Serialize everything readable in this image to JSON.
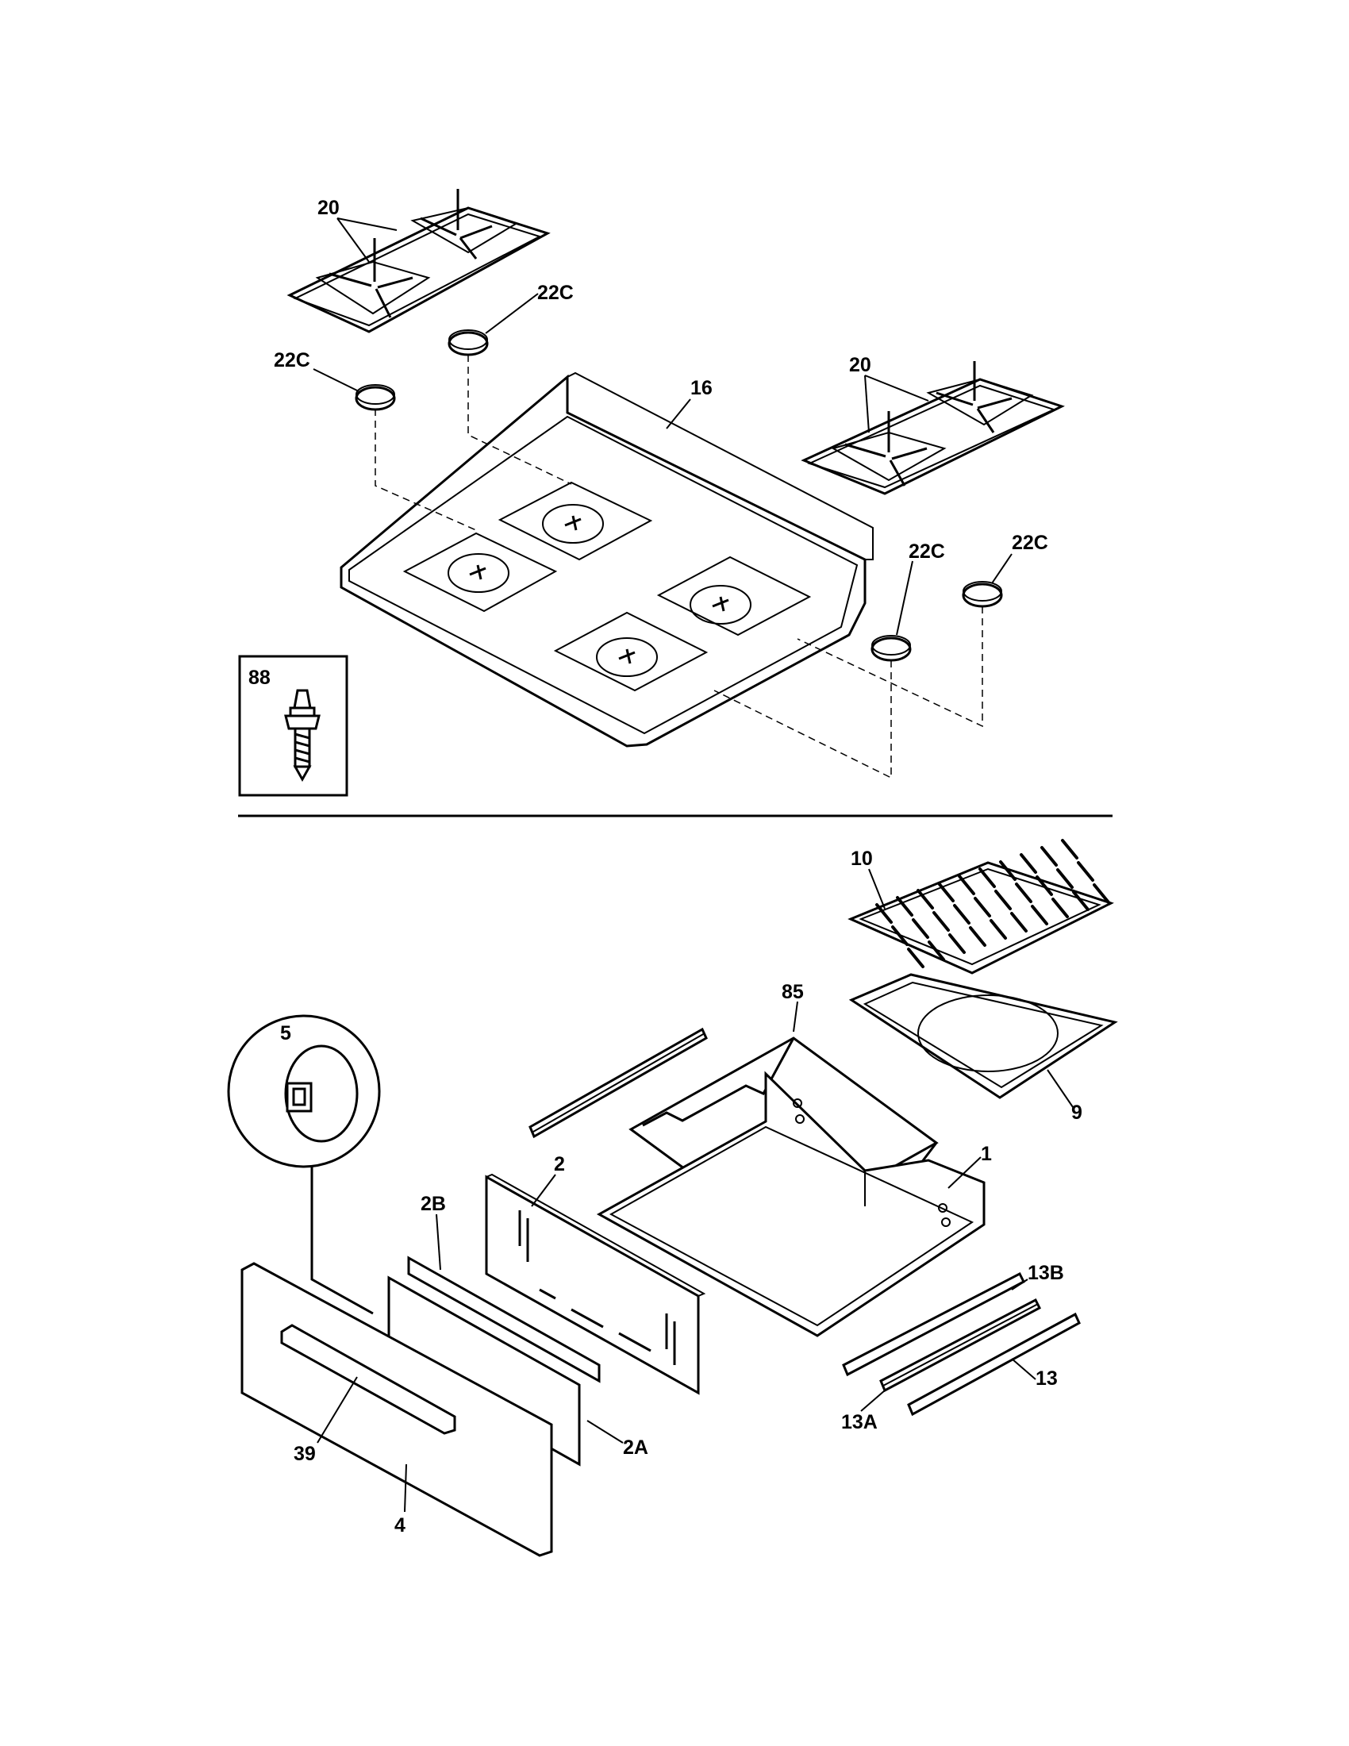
{
  "labels": {
    "grate_top_left": "20",
    "grate_right": "20",
    "cap_top_center": "22C",
    "cap_left": "22C",
    "cap_right_a": "22C",
    "cap_right_b": "22C",
    "cooktop": "16",
    "screw_box": "88",
    "broiler_insert": "10",
    "broiler_pan": "9",
    "wire_rack": "85",
    "drawer_roller": "5",
    "drawer_body": "1",
    "drawer_back": "2",
    "drawer_panel": "2B",
    "drawer_bracket": "2A",
    "drawer_handle": "39",
    "drawer_front": "4",
    "slide_b": "13B",
    "slide_a": "13A",
    "slide": "13"
  }
}
